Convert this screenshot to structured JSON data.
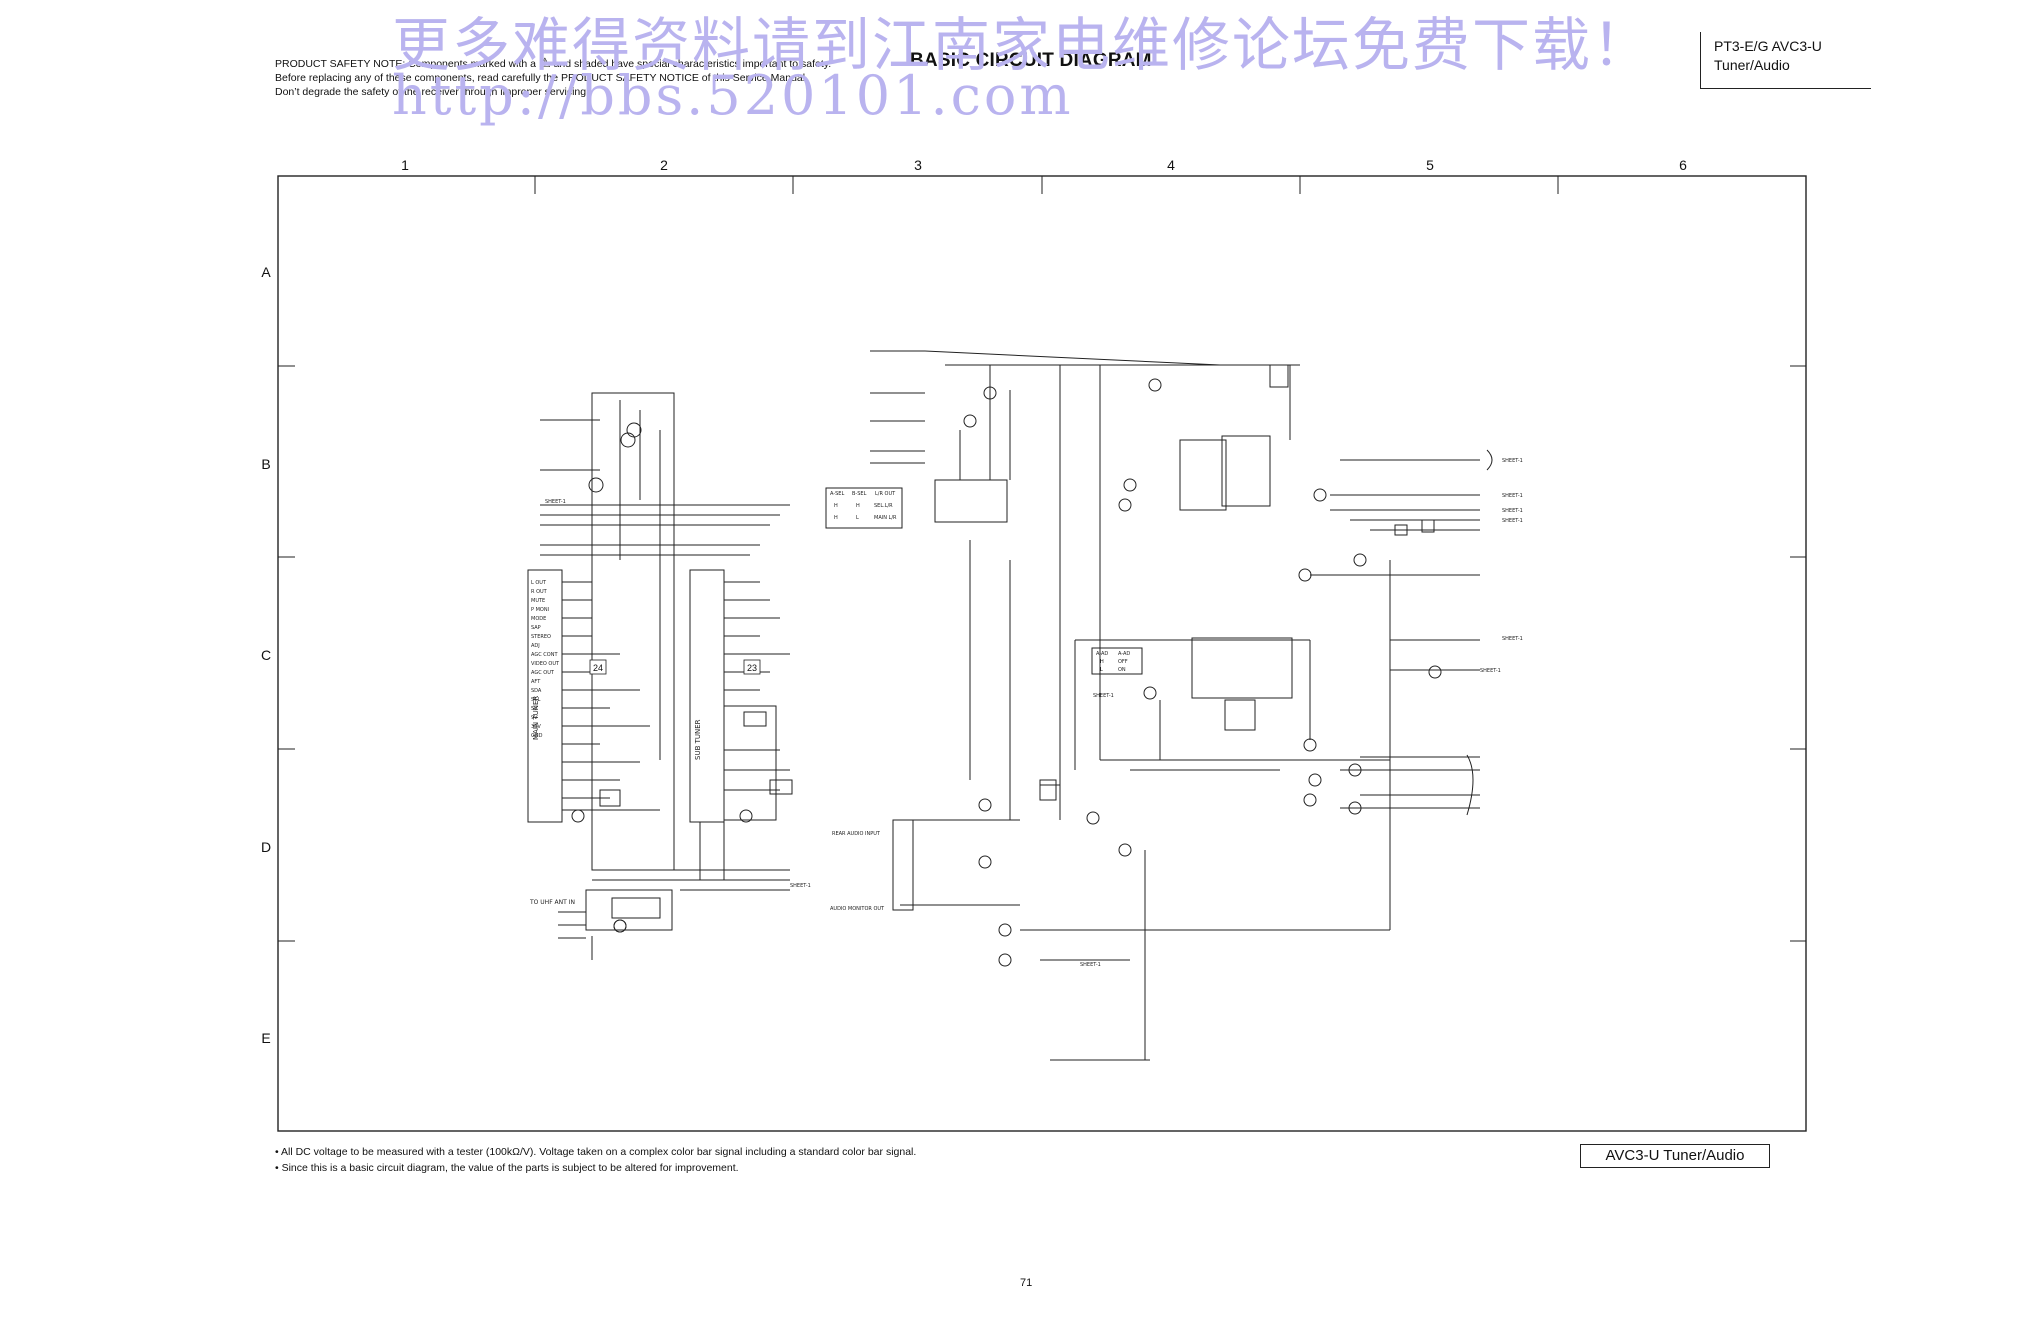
{
  "header": {
    "safety_note": "PRODUCT SAFETY NOTE: Components marked with a",
    "safety_note_rest": "and shaded have special characteristics important to safety. Before replacing any of these components, read carefully the PRODUCT SAFETY NOTICE of this Service Manual. Don’t degrade the safety of the receiver through improper servicing.",
    "warning_symbol": "⚠",
    "title": "BASIC CIRCUIT DIAGRAM",
    "model": "PT3-E/G AVC3-U",
    "section": "Tuner/Audio"
  },
  "watermark": {
    "text_cn": "更多难得资料请到江南家电维修论坛免费下载！",
    "url": "http://bbs.520101.com"
  },
  "grid": {
    "columns": [
      "1",
      "2",
      "3",
      "4",
      "5",
      "6"
    ],
    "rows": [
      "A",
      "B",
      "C",
      "D",
      "E"
    ]
  },
  "components": {
    "main_tuner": {
      "label": "MAIN TUNER",
      "ref": "24"
    },
    "sub_tuner": {
      "label": "SUB TUNER",
      "ref": "23"
    },
    "antenna_label": "TO UHF ANT IN",
    "rear_audio_input": "REAR AUDIO INPUT",
    "audio_monitor_out": "AUDIO MONITOR OUT",
    "sheet_label": "SHEET-1",
    "tuner_pins": [
      "L OUT",
      "R OUT",
      "MUTE",
      "P MONI",
      "MODE",
      "SAP",
      "STEREO",
      "ADJ",
      "AGC CONT",
      "VIDEO OUT",
      "AGC OUT",
      "AFT",
      "SDA",
      "SCL",
      "5V",
      "9V",
      "33V",
      "GND"
    ],
    "table_1": {
      "header": [
        "A-SEL",
        "B-SEL",
        "L/R OUT"
      ],
      "rows": [
        [
          "H",
          "H",
          "SEL.L/R"
        ],
        [
          "H",
          "L",
          "MAIN L/R"
        ]
      ]
    },
    "table_2": {
      "header": [
        "A-AD",
        "A-AD",
        ""
      ],
      "rows": [
        [
          "H",
          "OFF",
          ""
        ],
        [
          "L",
          "ON",
          ""
        ]
      ]
    }
  },
  "footnotes": [
    "All DC voltage to be measured with a tester (100kΩ/V). Voltage taken on a complex color bar signal including a standard color bar signal.",
    "Since this is a basic circuit diagram, the value of the parts is subject to be altered for improvement."
  ],
  "bottom_caption": "AVC3-U Tuner/Audio",
  "page_number": "71"
}
